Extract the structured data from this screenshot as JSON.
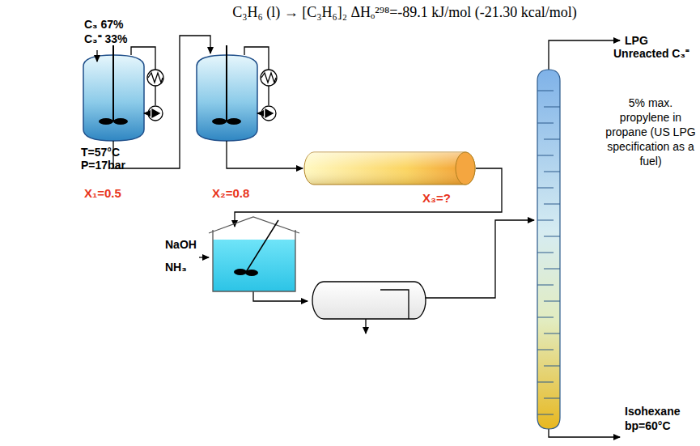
{
  "diagram": {
    "title": "C₃H₆ (l) → [C₃H₆]₂   ΔHₒ²⁹⁸=-89.1 kJ/mol (-21.30 kcal/mol)",
    "labels": [
      "C₃ 67%",
      "C₃⁼ 33%",
      "T=57°C",
      "P=17bar",
      "X₁=0.5",
      "X₂=0.8",
      "X₃=?",
      "NaOH",
      "NH₃",
      "LPG",
      "Unreacted C₃⁼",
      "5% max. propylene in propane (US LPG specification as a fuel)",
      "Isohexane",
      "bp=60°C"
    ]
  }
}
